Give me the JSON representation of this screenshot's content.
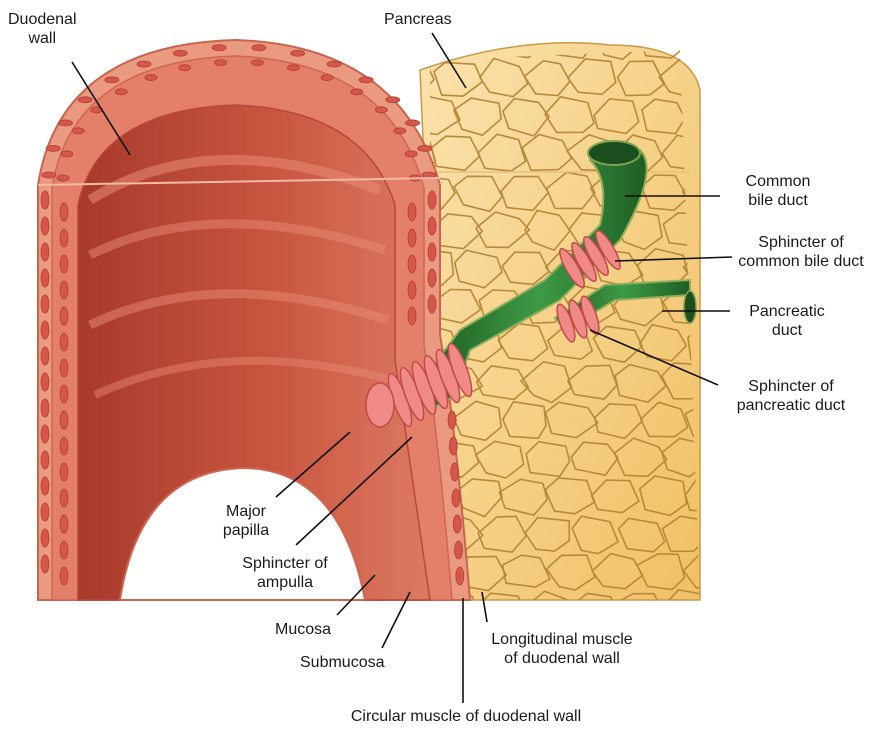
{
  "labels": {
    "duodenal_wall": [
      "Duodenal",
      "wall"
    ],
    "pancreas": "Pancreas",
    "common_bile_duct": [
      "Common",
      "bile duct"
    ],
    "sphincter_common_bile_duct": [
      "Sphincter of",
      "common bile duct"
    ],
    "pancreatic_duct": [
      "Pancreatic",
      "duct"
    ],
    "sphincter_pancreatic_duct": [
      "Sphincter of",
      "pancreatic duct"
    ],
    "major_papilla": [
      "Major",
      "papilla"
    ],
    "sphincter_ampulla": [
      "Sphincter of",
      "ampulla"
    ],
    "mucosa": "Mucosa",
    "submucosa": "Submucosa",
    "longitudinal_muscle": [
      "Longitudinal muscle",
      "of duodenal wall"
    ],
    "circular_muscle": "Circular muscle of duodenal wall"
  },
  "colors": {
    "pancreas_fill": "#f6d28a",
    "pancreas_cell_line": "#b8893a",
    "duodenum_inner": "#c4503f",
    "duodenum_wall": "#e58a76",
    "muscle_cells": "#d9574a",
    "duct_green": "#2e7d32",
    "sphincter_pink": "#f08a86"
  }
}
